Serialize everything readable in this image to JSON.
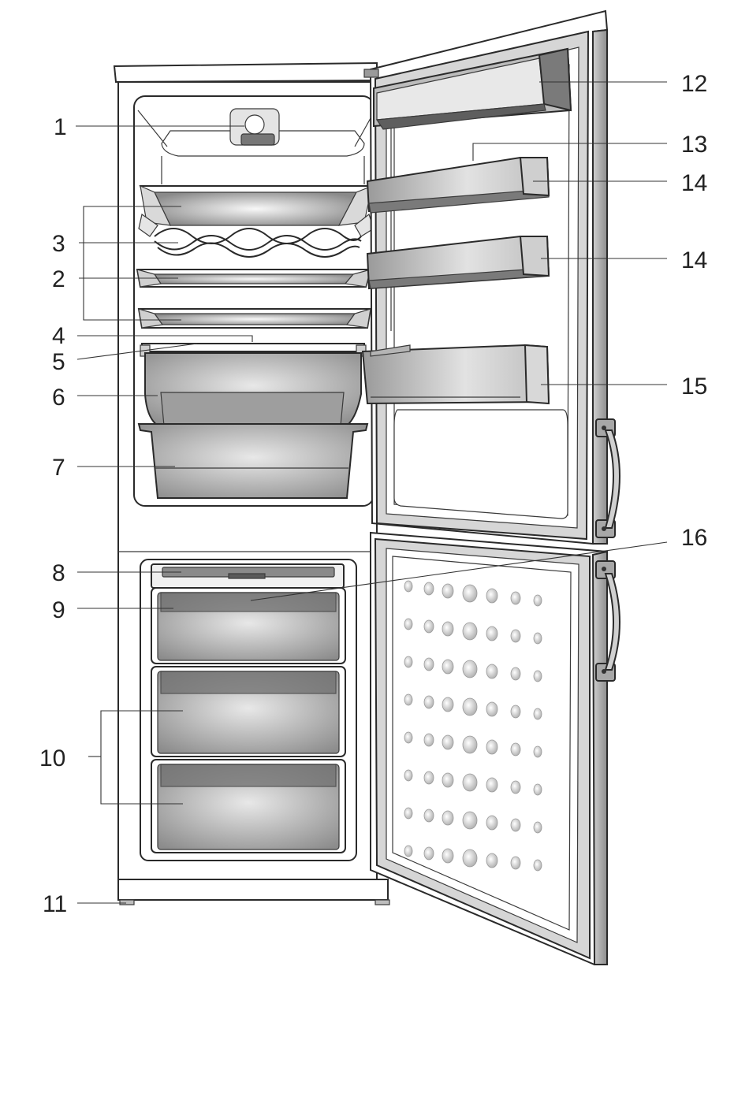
{
  "diagram": {
    "colors": {
      "ink": "#2a2a2a",
      "body": "#ffffff",
      "shelf_light": "#e6e6e6",
      "shelf_dark": "#8f8f8f",
      "bin_mid": "#c8c8c8",
      "door_frame": "#a9a9a9"
    },
    "callouts": [
      {
        "id": "1",
        "label": "1"
      },
      {
        "id": "2",
        "label": "2"
      },
      {
        "id": "3",
        "label": "3"
      },
      {
        "id": "4",
        "label": "4"
      },
      {
        "id": "5",
        "label": "5"
      },
      {
        "id": "6",
        "label": "6"
      },
      {
        "id": "7",
        "label": "7"
      },
      {
        "id": "8",
        "label": "8"
      },
      {
        "id": "9",
        "label": "9"
      },
      {
        "id": "10",
        "label": "10"
      },
      {
        "id": "11",
        "label": "11"
      },
      {
        "id": "12",
        "label": "12"
      },
      {
        "id": "13",
        "label": "13"
      },
      {
        "id": "14a",
        "label": "14"
      },
      {
        "id": "14b",
        "label": "14"
      },
      {
        "id": "15",
        "label": "15"
      },
      {
        "id": "16",
        "label": "16"
      }
    ]
  }
}
